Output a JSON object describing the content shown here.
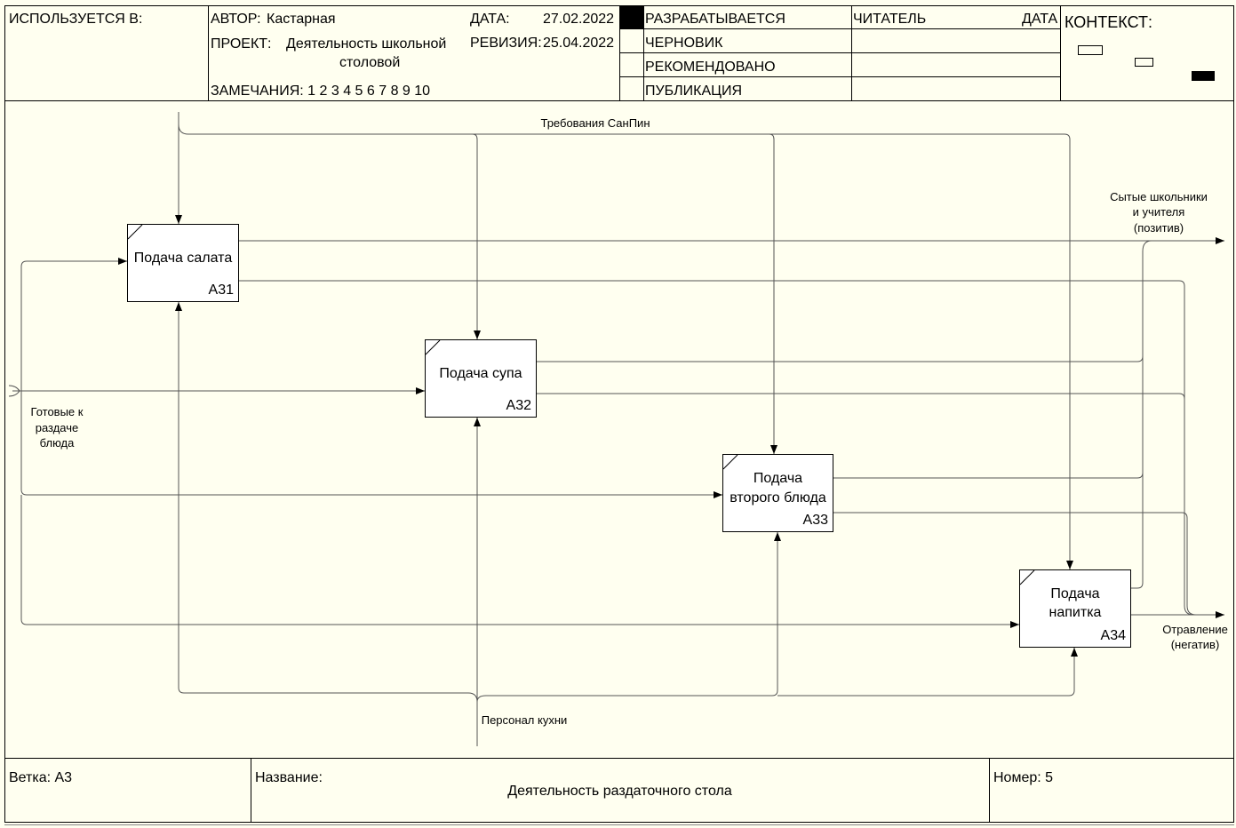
{
  "header": {
    "used_in": "ИСПОЛЬЗУЕТСЯ В:",
    "author_label": "АВТОР:",
    "author": "Кастарная",
    "project_label": "ПРОЕКТ:",
    "project_line1": "Деятельность школьной",
    "project_line2": "столовой",
    "notes": "ЗАМЕЧАНИЯ:  1 2 3 4 5 6 7 8 9 10",
    "date_label": "ДАТА:",
    "date": "27.02.2022",
    "revision_label": "РЕВИЗИЯ:",
    "revision": "25.04.2022",
    "status": [
      "РАЗРАБАТЫВАЕТСЯ",
      "ЧЕРНОВИК",
      "РЕКОМЕНДОВАНО",
      "ПУБЛИКАЦИЯ"
    ],
    "reader_label": "ЧИТАТЕЛЬ",
    "reader_date_label": "ДАТА",
    "context_label": "КОНТЕКСТ:"
  },
  "boxes": [
    {
      "title_line1": "Подача салата",
      "title_line2": "",
      "number": "А31"
    },
    {
      "title_line1": "Подача супа",
      "title_line2": "",
      "number": "А32"
    },
    {
      "title_line1": "Подача",
      "title_line2": "второго блюда",
      "number": "А33"
    },
    {
      "title_line1": "Подача",
      "title_line2": "напитка",
      "number": "А34"
    }
  ],
  "arrows": {
    "control": "Требования СанПин",
    "input": [
      "Готовые к",
      "раздаче",
      "блюда"
    ],
    "output_positive": [
      "Сытые школьники",
      "и учителя",
      "(позитив)"
    ],
    "output_negative": [
      "Отравление",
      "(негатив)"
    ],
    "mechanism": "Персонал кухни"
  },
  "footer": {
    "branch": "Ветка: А3",
    "name_label": "Название:",
    "name": "Деятельность раздаточного стола",
    "number": "Номер: 5"
  },
  "colors": {
    "background": "#fffff0",
    "line": "#000000",
    "arrow_line": "#555555"
  }
}
